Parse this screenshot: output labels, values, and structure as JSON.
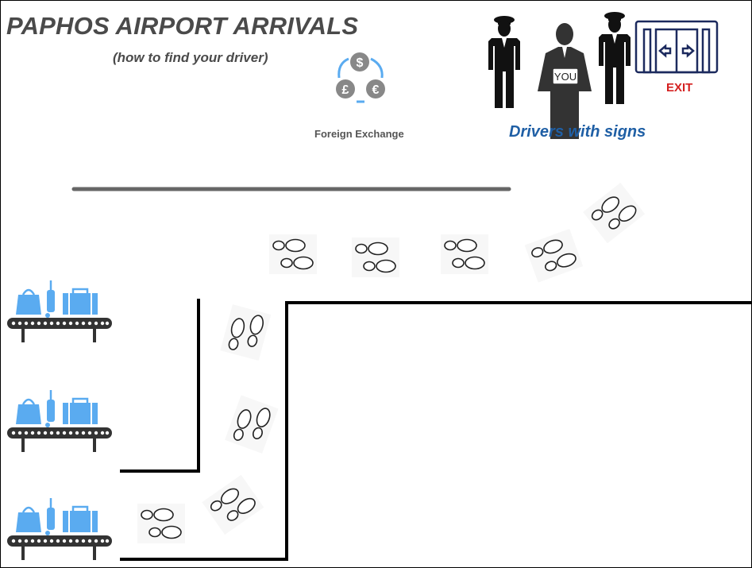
{
  "title": "PAPHOS AIRPORT ARRIVALS",
  "subtitle": "(how to find your driver)",
  "foreign_exchange": {
    "label": "Foreign Exchange",
    "symbols": [
      "$",
      "£",
      "€"
    ]
  },
  "drivers": {
    "label": "Drivers with signs",
    "sign_text": "YOU"
  },
  "exit": {
    "label": "EXIT"
  },
  "colors": {
    "title": "#4a4a4a",
    "drivers": "#1f5fa5",
    "exit": "#d42020",
    "luggage": "#5aabf0",
    "door": "#1c2a5e"
  }
}
